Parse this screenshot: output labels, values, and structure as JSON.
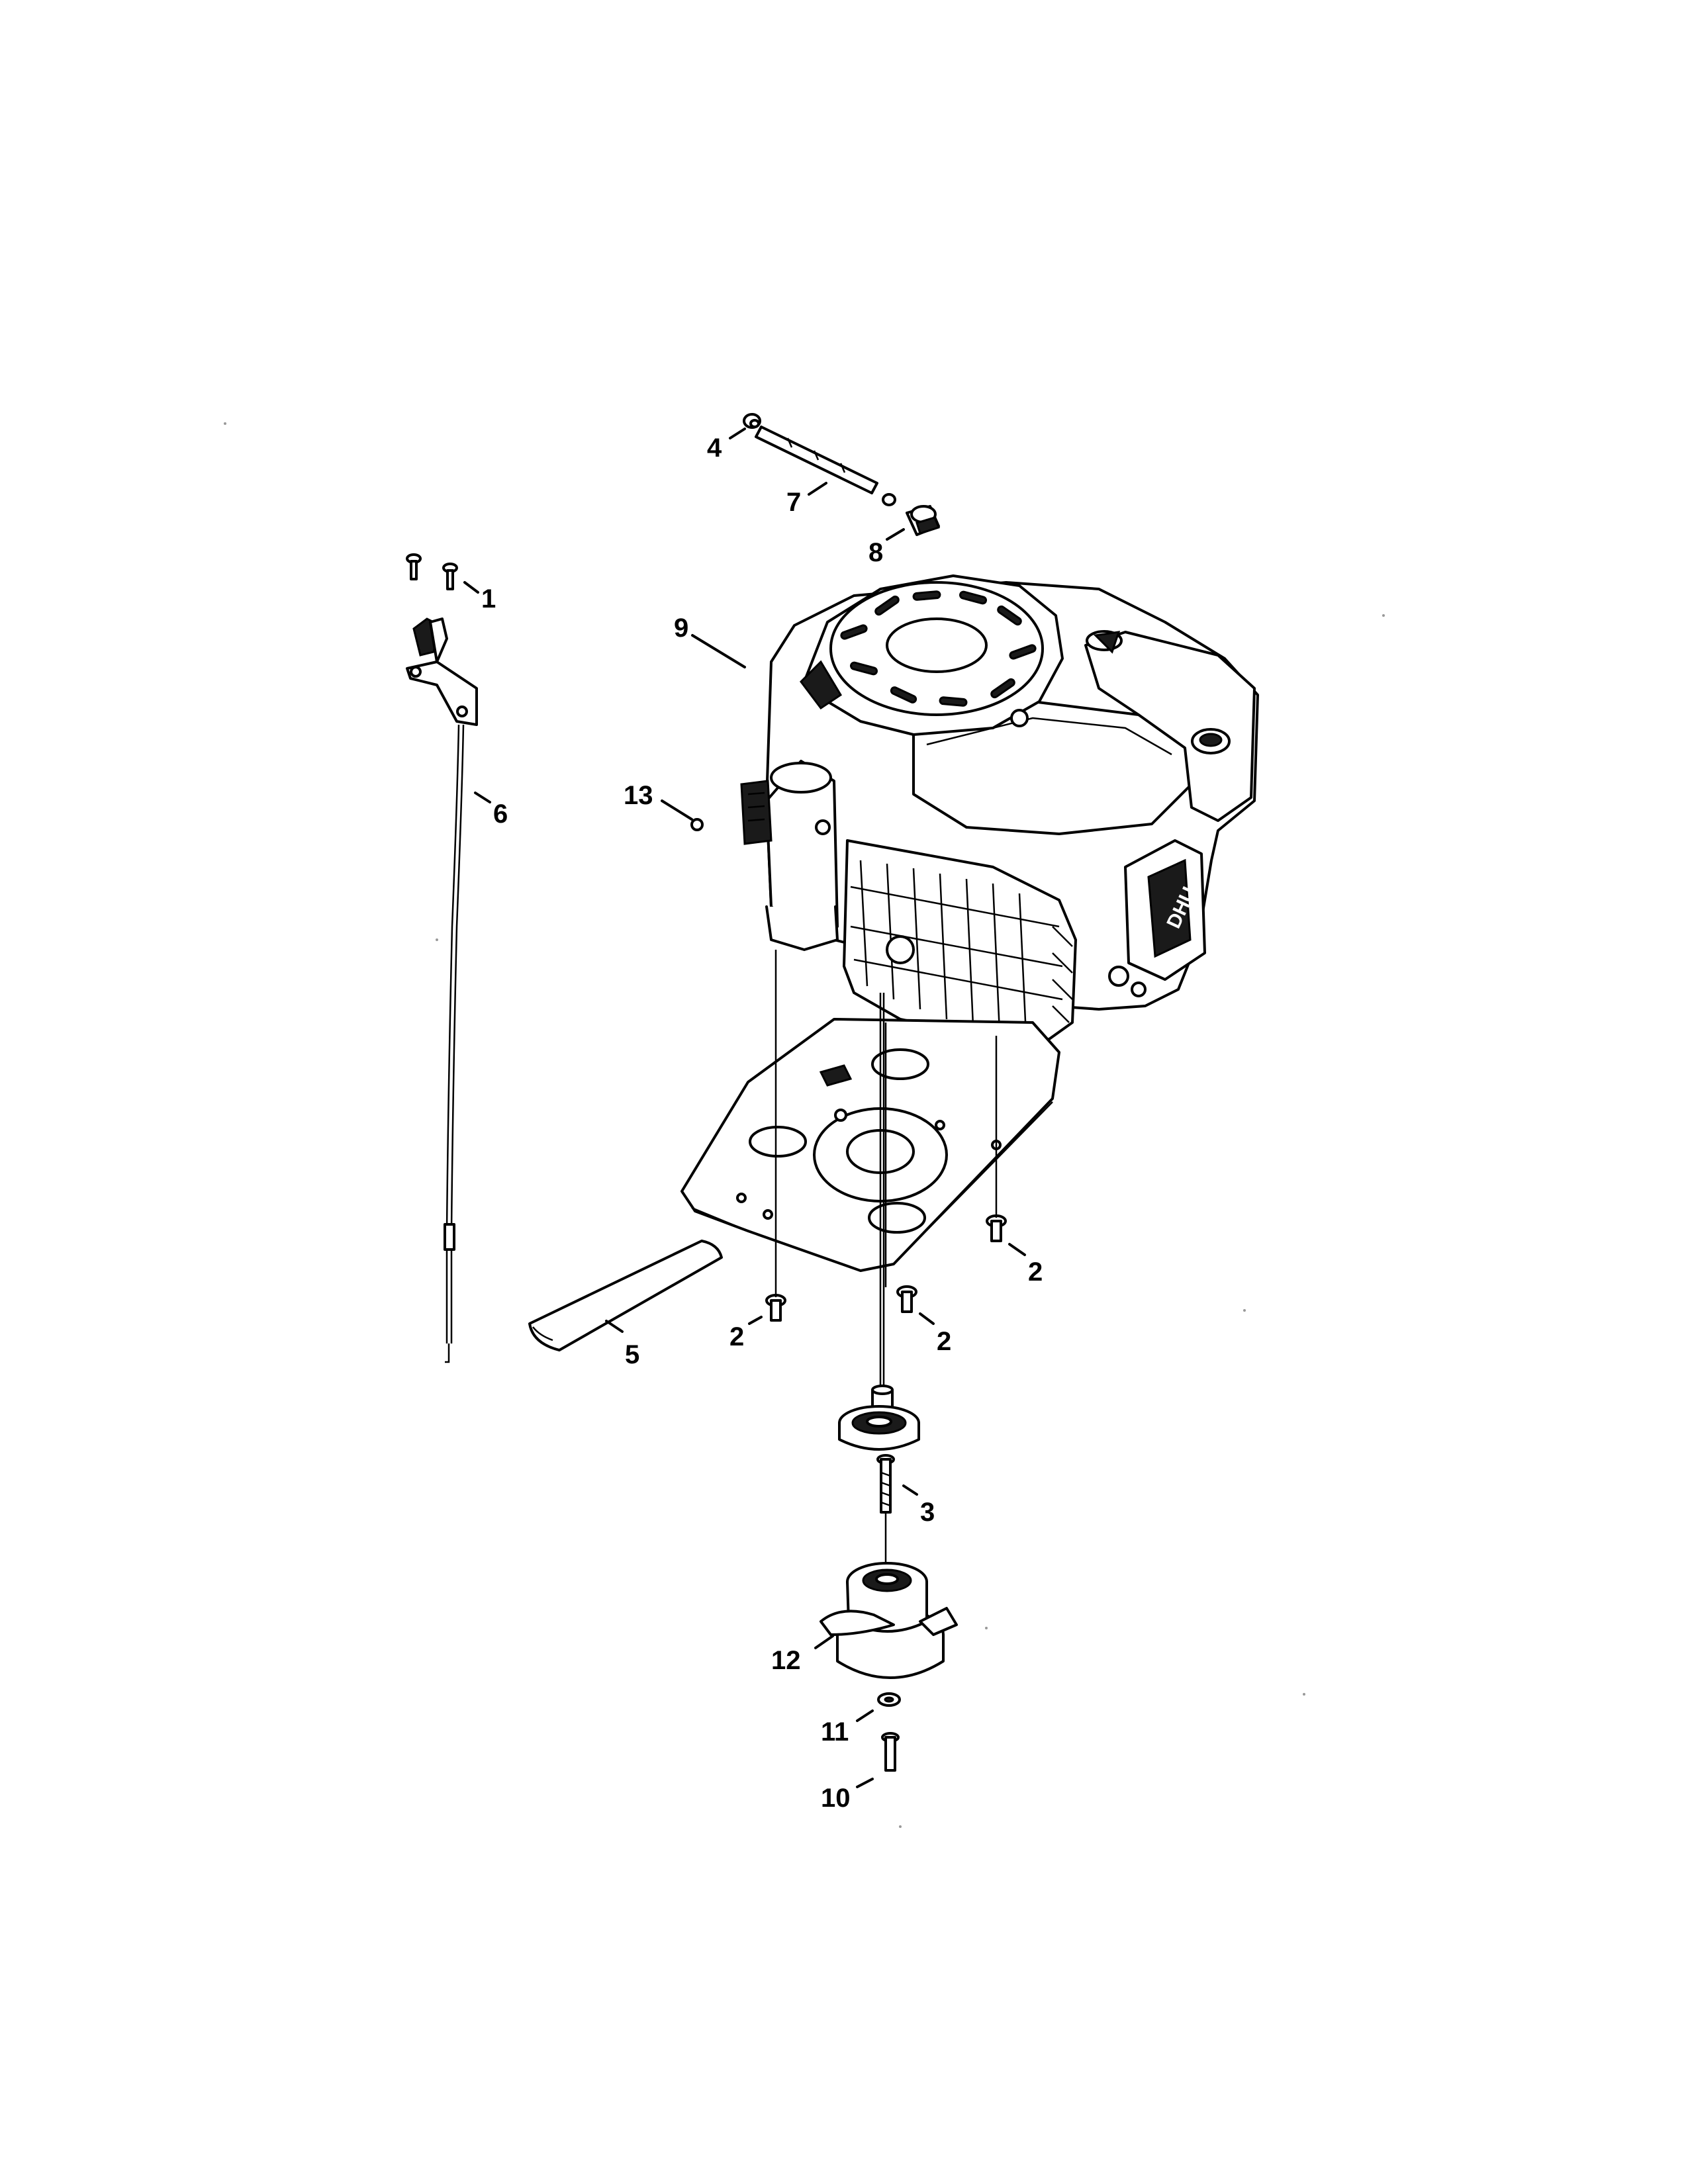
{
  "diagram": {
    "logo_text": "DHU",
    "callouts": {
      "c1": "1",
      "c2a": "2",
      "c2b": "2",
      "c2c": "2",
      "c3": "3",
      "c4": "4",
      "c5": "5",
      "c6": "6",
      "c7": "7",
      "c8": "8",
      "c9": "9",
      "c10": "10",
      "c11": "11",
      "c12": "12",
      "c13": "13"
    }
  }
}
